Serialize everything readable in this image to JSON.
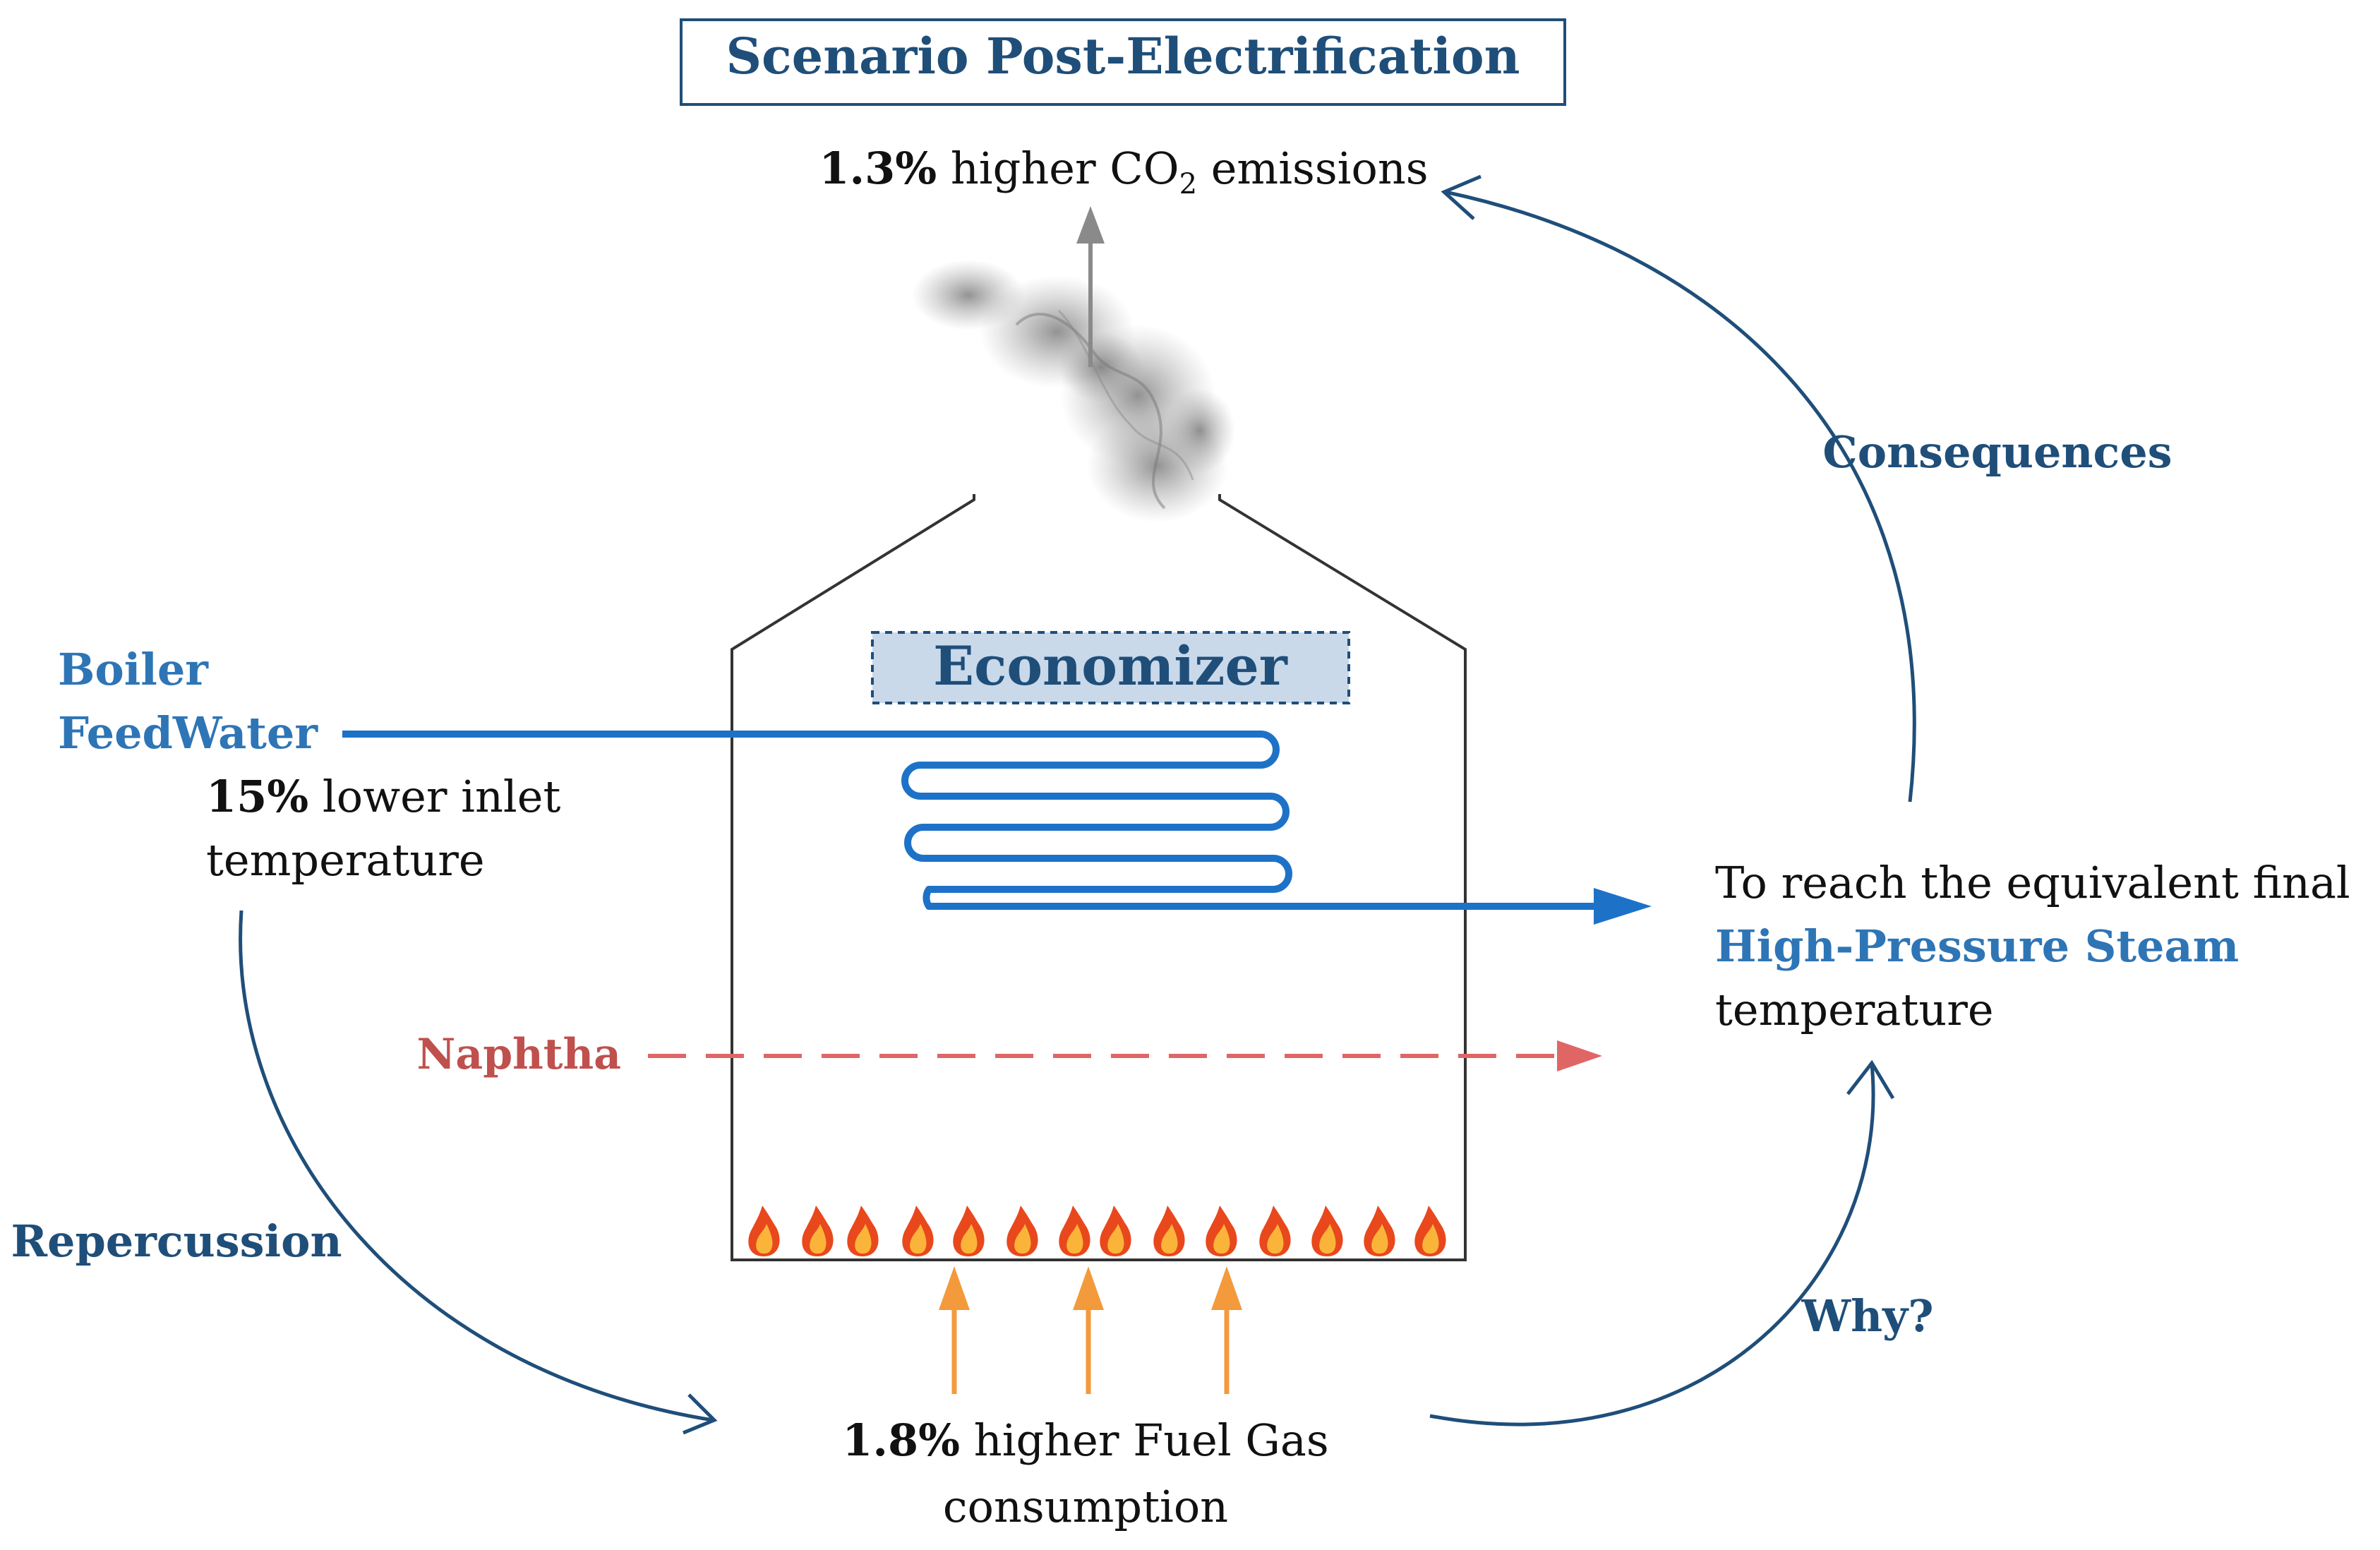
{
  "title": "Scenario Post-Electrification",
  "emissions": {
    "value": "1.3%",
    "pre": " higher CO",
    "sub": "2",
    "post": " emissions"
  },
  "labels": {
    "consequences": "Consequences",
    "repercussion": "Repercussion",
    "why": "Why?",
    "economizer": "Economizer",
    "naphtha": "Naphtha"
  },
  "feedwater": {
    "line1": "Boiler",
    "line2": "FeedWater",
    "note_value": "15%",
    "note_rest": " lower inlet",
    "note_line2": "temperature"
  },
  "steam": {
    "line1": "To reach the equivalent final",
    "line2": "High-Pressure Steam",
    "line3": "temperature"
  },
  "fuel": {
    "value": "1.8%",
    "rest": " higher Fuel Gas",
    "line2": "consumption"
  },
  "colors": {
    "navy": "#1f4e79",
    "blue_stream": "#1d72c8",
    "naphtha": "#e06666",
    "fuel_arrow": "#f39a3c",
    "economizer_fill": "#c9d9ea",
    "smoke": "#8a8a8a"
  },
  "icons": {
    "flame": "flame-icon",
    "smoke": "smoke-icon"
  }
}
